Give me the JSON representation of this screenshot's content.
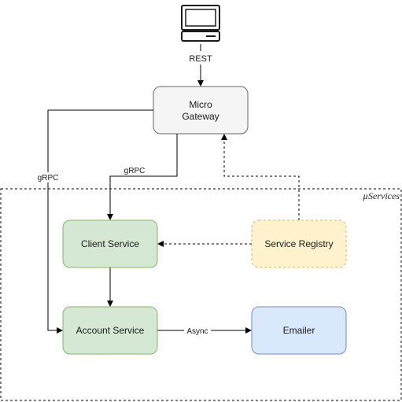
{
  "diagram": {
    "nodes": {
      "client_computer": {
        "icon": "desktop-computer-icon"
      },
      "gateway": {
        "line1": "Micro",
        "line2": "Gateway",
        "fill": "#f5f5f5",
        "stroke": "#666666"
      },
      "client_service": {
        "label": "Client Service",
        "fill": "#d5e8d4",
        "stroke": "#82b366"
      },
      "account_service": {
        "label": "Account Service",
        "fill": "#d5e8d4",
        "stroke": "#82b366"
      },
      "service_registry": {
        "label": "Service Registry",
        "fill": "#fff2cc",
        "stroke": "#d6b656"
      },
      "emailer": {
        "label": "Emailer",
        "fill": "#dae8fc",
        "stroke": "#6c8ebf"
      }
    },
    "group": {
      "label": "µServices"
    },
    "edges": {
      "computer_to_gateway": {
        "label": "REST"
      },
      "gateway_to_client": {
        "label": "gRPC"
      },
      "gateway_to_account": {
        "label": "gRPC"
      },
      "client_to_account": {
        "label": ""
      },
      "account_to_emailer": {
        "label": "Async"
      },
      "registry_to_client": {
        "label": ""
      },
      "registry_to_gateway": {
        "label": ""
      }
    }
  }
}
